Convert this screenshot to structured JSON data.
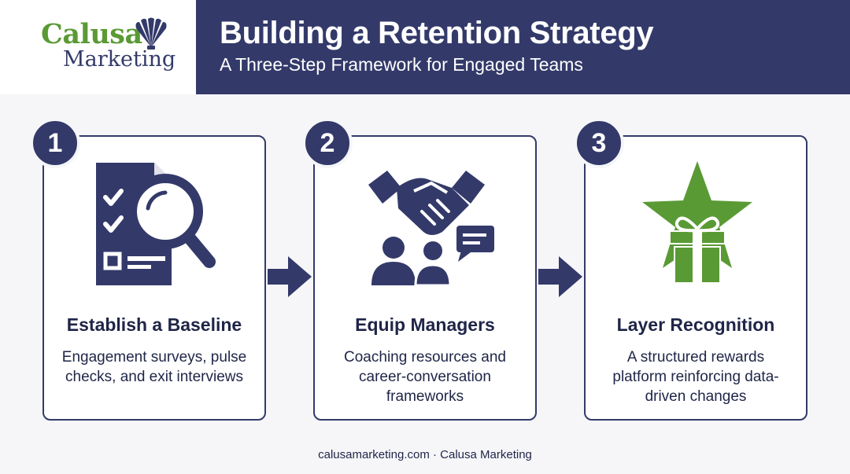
{
  "logo": {
    "line1": "Calusa",
    "line2": "Marketing",
    "icon": "shell-icon"
  },
  "header": {
    "title": "Building a Retention Strategy",
    "subtitle": "A Three-Step Framework for Engaged Teams"
  },
  "colors": {
    "navy": "#333a6a",
    "green": "#5a9a35",
    "background": "#f6f6f9"
  },
  "steps": [
    {
      "number": "1",
      "title": "Establish a Baseline",
      "description": "Engagement surveys, pulse checks, and exit interviews",
      "icon": "document-magnifier-icon"
    },
    {
      "number": "2",
      "title": "Equip Managers",
      "description": "Coaching resources and career-conversation frameworks",
      "icon": "handshake-people-icon"
    },
    {
      "number": "3",
      "title": "Layer Recognition",
      "description": "A structured rewards platform reinforcing data-driven changes",
      "icon": "star-gift-icon"
    }
  ],
  "footer": "calusamarketing.com · Calusa Marketing"
}
